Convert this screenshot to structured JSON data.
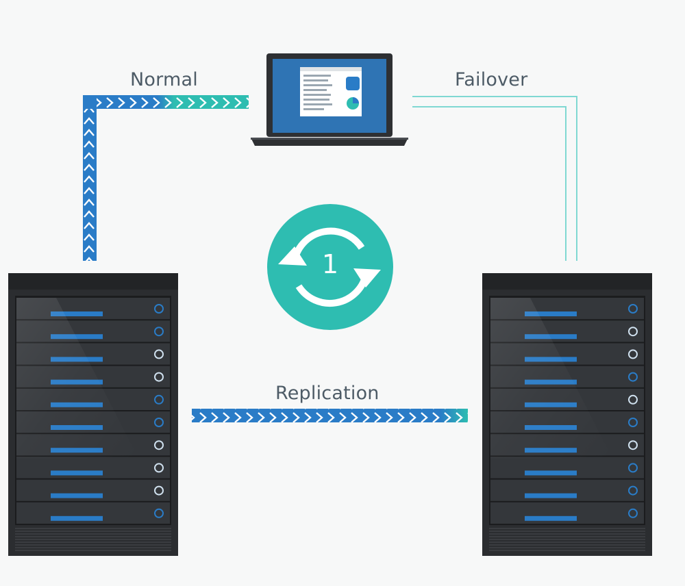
{
  "labels": {
    "normal": "Normal",
    "failover": "Failover",
    "replication": "Replication"
  },
  "sync_badge": {
    "number": "1",
    "icon": "sync-icon"
  },
  "servers": [
    {
      "name": "primary-server",
      "leds": [
        "dim",
        "dim",
        "bright",
        "bright",
        "dim",
        "dim",
        "bright",
        "bright",
        "bright",
        "dim"
      ]
    },
    {
      "name": "secondary-server",
      "leds": [
        "dim",
        "bright",
        "bright",
        "dim",
        "bright",
        "dim",
        "bright",
        "dim",
        "dim",
        "dim"
      ]
    }
  ],
  "colors": {
    "background": "#f7f8f8",
    "arrow_blue": "#2a7cc7",
    "arrow_teal": "#2ebdb1",
    "failover_line": "#7fd8d2",
    "server_body": "#2e3033",
    "server_slot_bar": "#2a7cc7",
    "badge": "#2ebdb1",
    "label_text": "#4d5b66"
  },
  "icons": {
    "laptop": "laptop-icon",
    "server": "server-rack-icon",
    "sync": "sync-icon"
  }
}
